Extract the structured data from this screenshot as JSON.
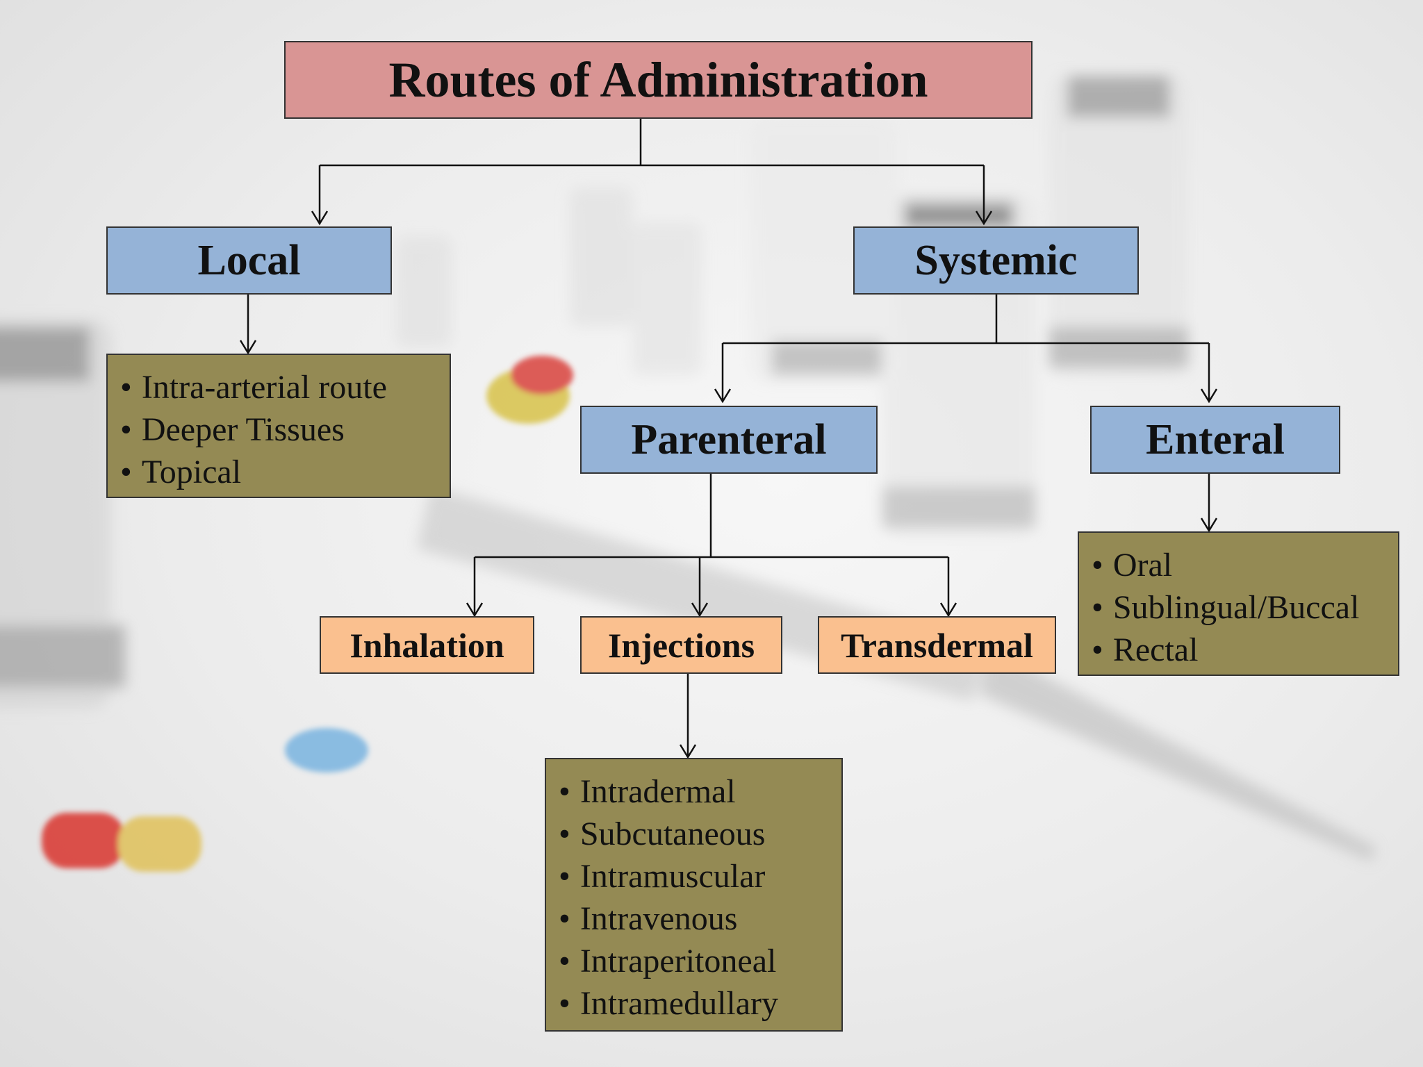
{
  "title": "Routes of Administration",
  "branches": {
    "local": "Local",
    "systemic": "Systemic"
  },
  "systemic_types": {
    "parenteral": "Parenteral",
    "enteral": "Enteral"
  },
  "parenteral_types": {
    "inhalation": "Inhalation",
    "injections": "Injections",
    "transdermal": "Transdermal"
  },
  "local_items": [
    "Intra-arterial route",
    "Deeper Tissues",
    "Topical"
  ],
  "enteral_items": [
    "Oral",
    "Sublingual/Buccal",
    "Rectal"
  ],
  "injection_items": [
    "Intradermal",
    "Subcutaneous",
    "Intramuscular",
    "Intravenous",
    "Intraperitoneal",
    "Intramedullary"
  ],
  "colors": {
    "title_fill": "#d99594",
    "category_fill": "#95b3d7",
    "subtype_fill": "#fac08f",
    "list_fill": "#948a54"
  }
}
